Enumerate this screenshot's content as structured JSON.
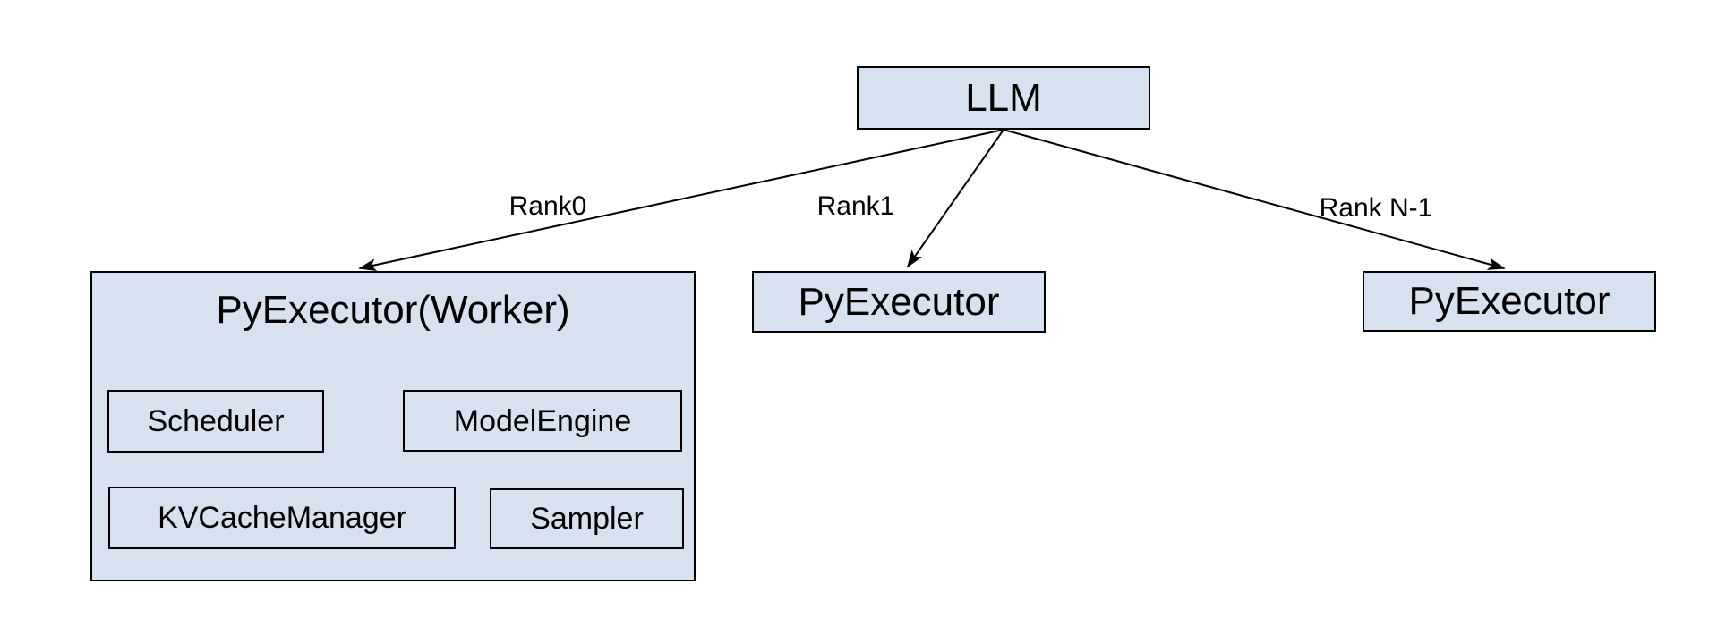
{
  "diagram": {
    "nodes": {
      "llm": {
        "label": "LLM"
      },
      "worker": {
        "title": "PyExecutor(Worker)",
        "children": [
          {
            "label": "Scheduler"
          },
          {
            "label": "ModelEngine"
          },
          {
            "label": "KVCacheManager"
          },
          {
            "label": "Sampler"
          }
        ]
      },
      "rank1_executor": {
        "label": "PyExecutor"
      },
      "rankn_executor": {
        "label": "PyExecutor"
      }
    },
    "edges": [
      {
        "from": "LLM",
        "to": "PyExecutor(Worker)",
        "label": "Rank0"
      },
      {
        "from": "LLM",
        "to": "PyExecutor",
        "label": "Rank1"
      },
      {
        "from": "LLM",
        "to": "PyExecutor",
        "label": "Rank N-1"
      }
    ],
    "colors": {
      "node_fill": "#d7e1f0",
      "node_border": "#000000",
      "edge_color": "#000000",
      "text_color": "#000000",
      "background": "#ffffff"
    }
  }
}
